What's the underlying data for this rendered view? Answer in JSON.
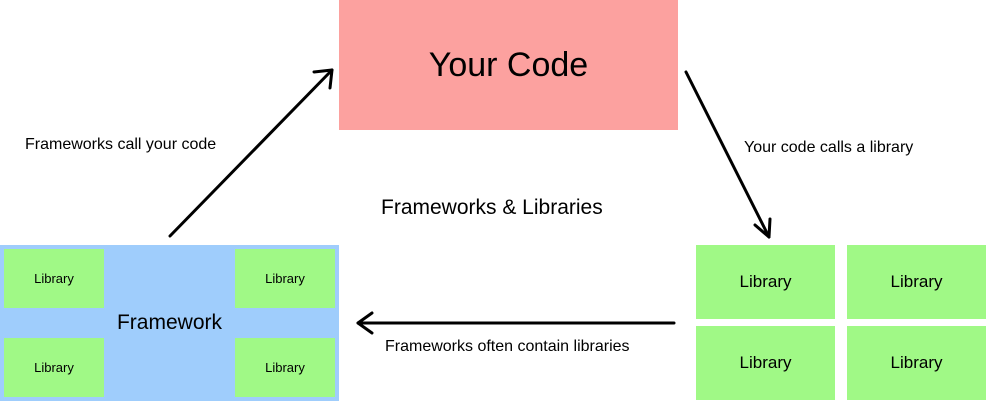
{
  "colors": {
    "your_code_fill": "#fca19f",
    "framework_fill": "#9fcdfc",
    "library_fill": "#a0f986",
    "arrow": "#000000"
  },
  "your_code": {
    "label": "Your Code"
  },
  "framework": {
    "label": "Framework",
    "libraries": [
      "Library",
      "Library",
      "Library",
      "Library"
    ]
  },
  "libraries": [
    "Library",
    "Library",
    "Library",
    "Library"
  ],
  "labels": {
    "frameworks_call": "Frameworks call your code",
    "code_calls_library": "Your code calls a library",
    "title": "Frameworks & Libraries",
    "frameworks_contain": "Frameworks often contain libraries"
  }
}
